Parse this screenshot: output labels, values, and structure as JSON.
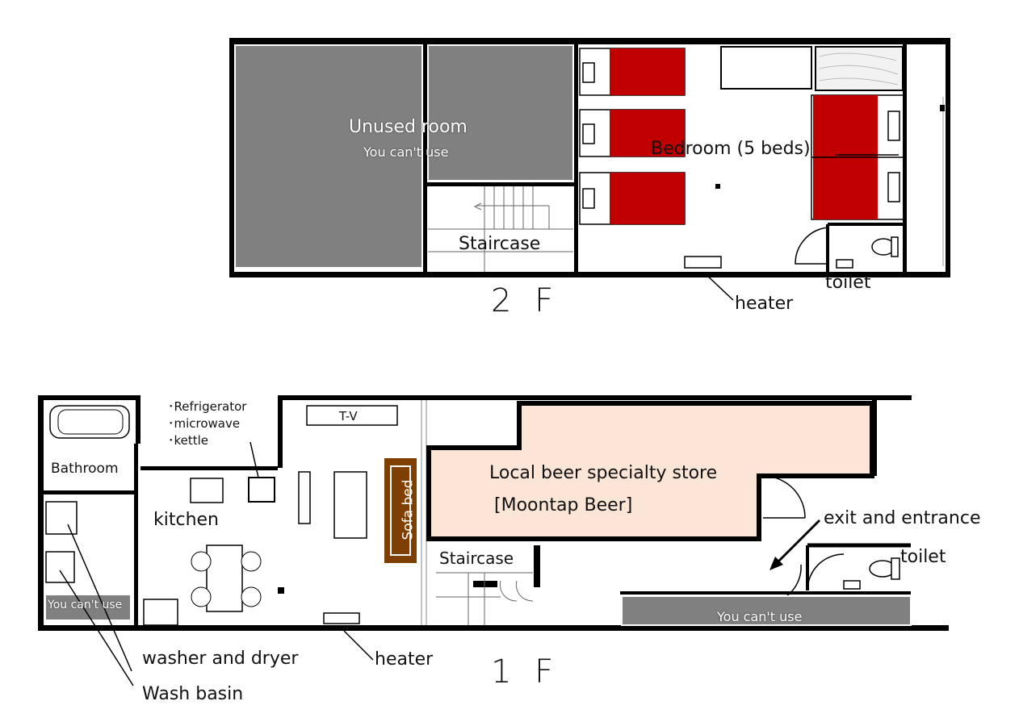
{
  "floor2": {
    "title": "2 F",
    "unused_room": "Unused room",
    "unused_note": "You can't use",
    "bedroom": "Bedroom (5 beds)",
    "staircase": "Staircase",
    "toilet": "toilet",
    "heater": "heater"
  },
  "floor1": {
    "title": "1 F",
    "appliances": [
      "･Refrigerator",
      "･microwave",
      "･kettle"
    ],
    "tv": "T-V",
    "bathroom": "Bathroom",
    "kitchen": "kitchen",
    "sofa_bed": "Sofa bed",
    "store_line1": "Local beer specialty store",
    "store_line2": "[Moontap Beer]",
    "exit": "exit and entrance",
    "toilet": "toilet",
    "staircase": "Staircase",
    "you_cant_use_left": "You can't use",
    "you_cant_use_right": "You can't use",
    "washer": "washer and dryer",
    "wash_basin": "Wash basin",
    "heater": "heater"
  },
  "colors": {
    "wall": "#000000",
    "unused": "#808080",
    "bed": "#c00000",
    "store": "#fbe5d6",
    "sofa": "#7f3f00"
  }
}
